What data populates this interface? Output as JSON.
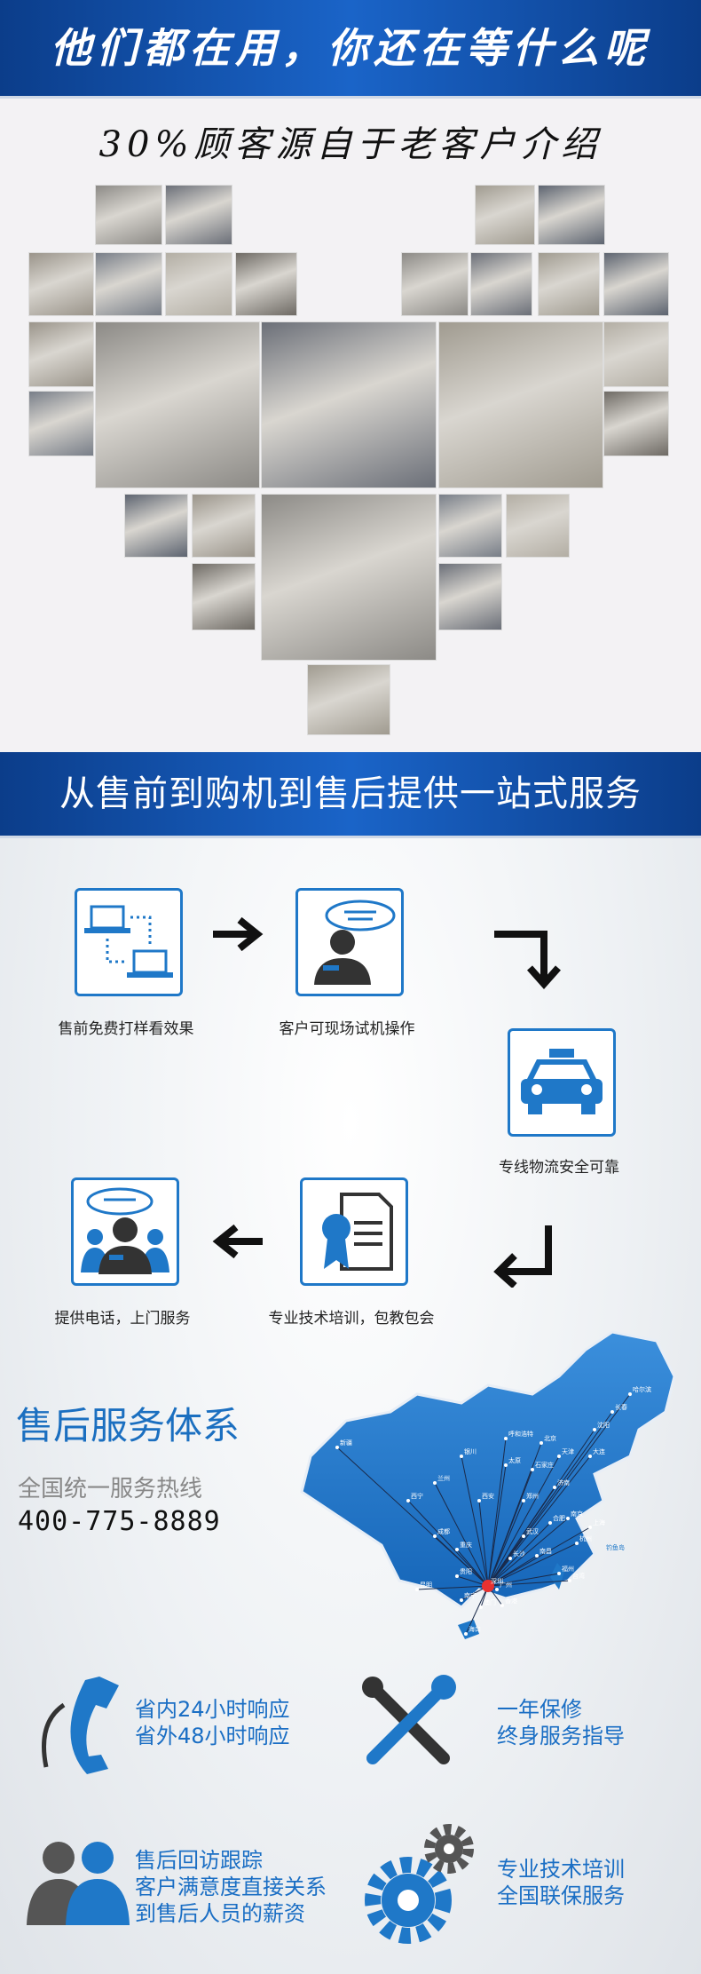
{
  "header": {
    "title": "他们都在用，你还在等什么呢"
  },
  "testimonial": {
    "subtitle": "30%顾客源自于老客户介绍",
    "photo_alt": "customer photo"
  },
  "service_banner": {
    "title": "从售前到购机到售后提供一站式服务"
  },
  "steps": [
    {
      "label": "售前免费打样看效果",
      "icon": "network-diagram-icon"
    },
    {
      "label": "客户可现场试机操作",
      "icon": "consultant-speech-icon"
    },
    {
      "label": "专线物流安全可靠",
      "icon": "taxi-icon"
    },
    {
      "label": "专业技术培训，包教包会",
      "icon": "certificate-icon"
    },
    {
      "label": "提供电话，上门服务",
      "icon": "team-speech-icon"
    }
  ],
  "after_sales": {
    "title": "售后服务体系",
    "hotline_label": "全国统一服务热线",
    "hotline": "400-775-8889"
  },
  "map": {
    "cities": [
      "新疆",
      "西宁",
      "兰州",
      "银川",
      "呼和浩特",
      "北京",
      "天津",
      "大连",
      "沈阳",
      "长春",
      "哈尔滨",
      "太原",
      "石家庄",
      "济南",
      "郑州",
      "西安",
      "合肥",
      "南京",
      "上海",
      "杭州",
      "武汉",
      "成都",
      "重庆",
      "长沙",
      "南昌",
      "福州",
      "贵阳",
      "昆明",
      "南宁",
      "广州",
      "深圳",
      "香港",
      "澳门",
      "海口",
      "台湾",
      "钓鱼岛"
    ],
    "hub": "深圳"
  },
  "features": [
    {
      "lines": [
        "省内24小时响应",
        "省外48小时响应"
      ],
      "icon": "phone-icon"
    },
    {
      "lines": [
        "一年保修",
        "终身服务指导"
      ],
      "icon": "tools-icon"
    },
    {
      "lines": [
        "售后回访跟踪",
        "客户满意度直接关系",
        "到售后人员的薪资"
      ],
      "icon": "people-icon"
    },
    {
      "lines": [
        "专业技术培训",
        "全国联保服务"
      ],
      "icon": "gears-icon"
    }
  ],
  "colors": {
    "brand_blue": "#1a64c8",
    "feature_blue": "#1a6ec4",
    "dark": "#2b2b2b"
  }
}
